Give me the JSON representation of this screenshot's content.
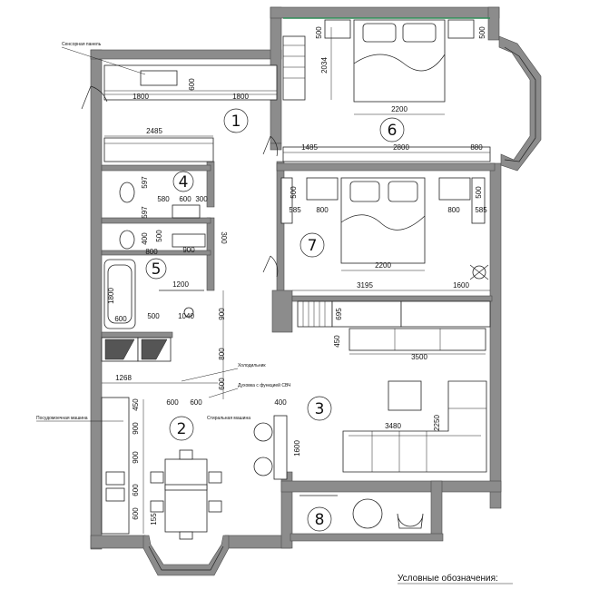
{
  "rooms": [
    "1",
    "2",
    "3",
    "4",
    "5",
    "6",
    "7",
    "8"
  ],
  "dims": {
    "d1800a": "1800",
    "d600a": "600",
    "d1800b": "1800",
    "d2485": "2485",
    "d597a": "597",
    "d580": "580",
    "d600b": "600",
    "d300a": "300",
    "d597b": "597",
    "d400a": "400",
    "d500a": "500",
    "d800a": "800",
    "d900a": "900",
    "d300b": "300",
    "d1200": "1200",
    "d1800c": "1800",
    "d600c": "600",
    "d500b": "500",
    "d1040": "1040",
    "d900b": "900",
    "d800b": "800",
    "d600d": "600",
    "d1268": "1268",
    "d600e": "600",
    "d600f": "600",
    "d450a": "450",
    "d900c": "900",
    "d900d": "900",
    "d600g": "600",
    "d600h": "600",
    "d155": "155",
    "d400b": "400",
    "d1600a": "1600",
    "d500c": "500",
    "d500d": "500",
    "d2034": "2034",
    "d2200a": "2200",
    "d1485": "1485",
    "d2800": "2800",
    "d880": "880",
    "d500e": "500",
    "d500f": "500",
    "d585a": "585",
    "d800c": "800",
    "d800d": "800",
    "d585b": "585",
    "d2200b": "2200",
    "d3195": "3195",
    "d1600b": "1600",
    "d695": "695",
    "d450b": "450",
    "d3500": "3500",
    "d3480": "3480",
    "d2250": "2250"
  },
  "notes": {
    "panel": "Сенсорная панель",
    "fridge": "Холодильник",
    "oven": "Духовка с функцией СВЧ",
    "dishwasher": "Посудомоечная машина",
    "washer": "Стиральная машина"
  },
  "legend_title": "Условные обозначения:"
}
